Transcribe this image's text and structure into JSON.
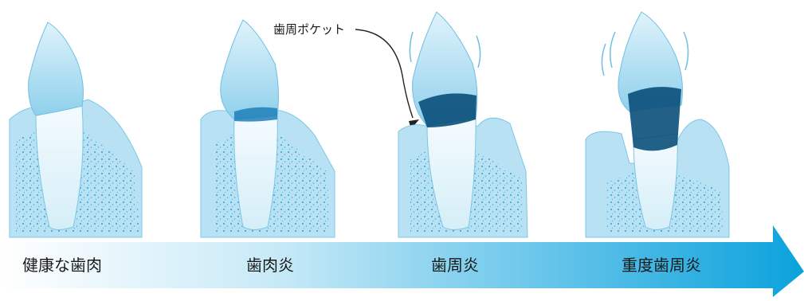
{
  "callout": {
    "label": "歯周ポケット"
  },
  "stages": [
    {
      "label": "健康な歯肉"
    },
    {
      "label": "歯肉炎"
    },
    {
      "label": "歯周炎"
    },
    {
      "label": "重度歯周炎"
    }
  ],
  "colors": {
    "arrow_start": "#ffffff",
    "arrow_end": "#0aa2dc",
    "enamel": "#9fd8ef",
    "gum": "#b8e2f3",
    "bone_dots": "#2aa3d6",
    "plaque": "#0a4f7a"
  }
}
